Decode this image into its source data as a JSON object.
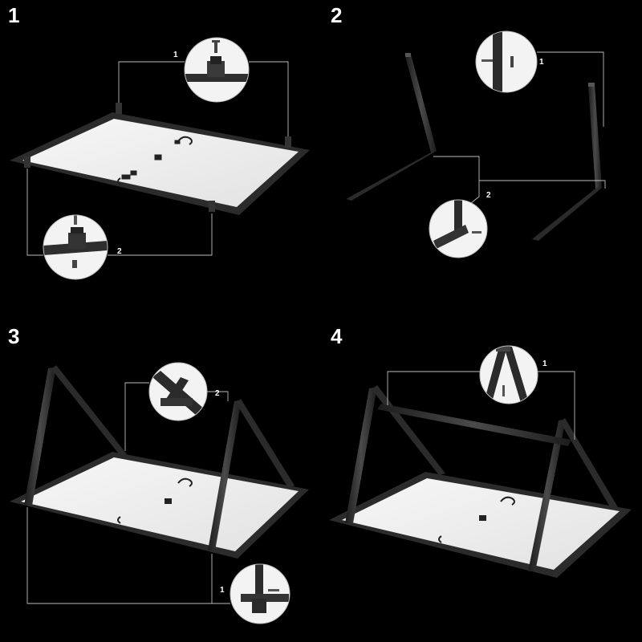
{
  "steps": [
    {
      "number": "1",
      "callouts": [
        "1",
        "2"
      ]
    },
    {
      "number": "2",
      "callouts": [
        "1",
        "2"
      ]
    },
    {
      "number": "3",
      "callouts": [
        "2",
        "1"
      ]
    },
    {
      "number": "4",
      "callouts": [
        "1"
      ]
    }
  ],
  "colors": {
    "background": "#000000",
    "frame": "#2b2b2b",
    "panel": "#efefef",
    "leader": "#bdbdbd"
  }
}
